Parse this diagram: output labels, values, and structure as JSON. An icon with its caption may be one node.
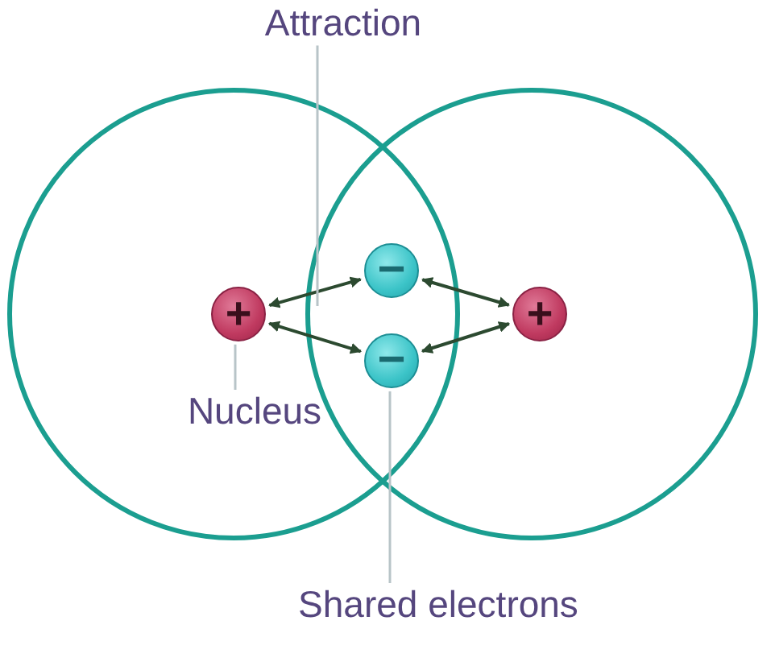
{
  "diagram": {
    "nodes": [
      {
        "text": [
          "Attraction"
        ]
      },
      {
        "text": [
          "+"
        ]
      },
      {
        "text": [
          "−"
        ]
      },
      {
        "text": [
          "−"
        ]
      },
      {
        "text": [
          "+"
        ]
      },
      {
        "text": [
          "Nucleus"
        ]
      },
      {
        "text": [
          "Shared electrons"
        ]
      }
    ],
    "edges": [
      {
        "from": 1,
        "to": 2,
        "arrow": "both"
      },
      {
        "from": 1,
        "to": 3,
        "arrow": "both"
      },
      {
        "from": 2,
        "to": 4,
        "arrow": "both"
      },
      {
        "from": 3,
        "to": 4,
        "arrow": "both"
      },
      {
        "from": 0,
        "to": null,
        "arrow": "none",
        "color": "#b8c4c8"
      },
      {
        "from": 5,
        "to": 1,
        "arrow": "none",
        "color": "#b8c4c8"
      },
      {
        "from": 6,
        "to": 3,
        "arrow": "none",
        "color": "#b8c4c8"
      }
    ]
  }
}
